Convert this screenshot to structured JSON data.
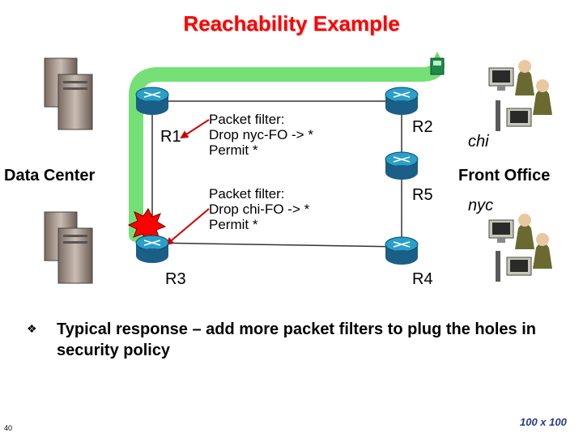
{
  "title": "Reachability Example",
  "routers": {
    "r1": "R1",
    "r2": "R2",
    "r3": "R3",
    "r4": "R4",
    "r5": "R5"
  },
  "filters": {
    "top": [
      "Packet filter:",
      "Drop nyc-FO -> *",
      "Permit *"
    ],
    "bottom": [
      "Packet filter:",
      "Drop chi-FO -> *",
      "Permit *"
    ]
  },
  "sites": {
    "data_center": "Data Center",
    "front_office": "Front Office"
  },
  "hosts": {
    "chi": "chi",
    "nyc": "nyc"
  },
  "bullet": "Typical response – add more packet filters to plug the holes in security policy",
  "page_number": "40",
  "logo_text": "100 x 100",
  "colors": {
    "title": "#ff0000",
    "router": "#1a7fb0",
    "path": "#66dd66",
    "alert": "#ff0000",
    "arrow": "#cc0000"
  },
  "icons": [
    "router-icon",
    "server-icon",
    "workstation-icon",
    "phone-icon",
    "explosion-icon",
    "bullet-icon"
  ]
}
